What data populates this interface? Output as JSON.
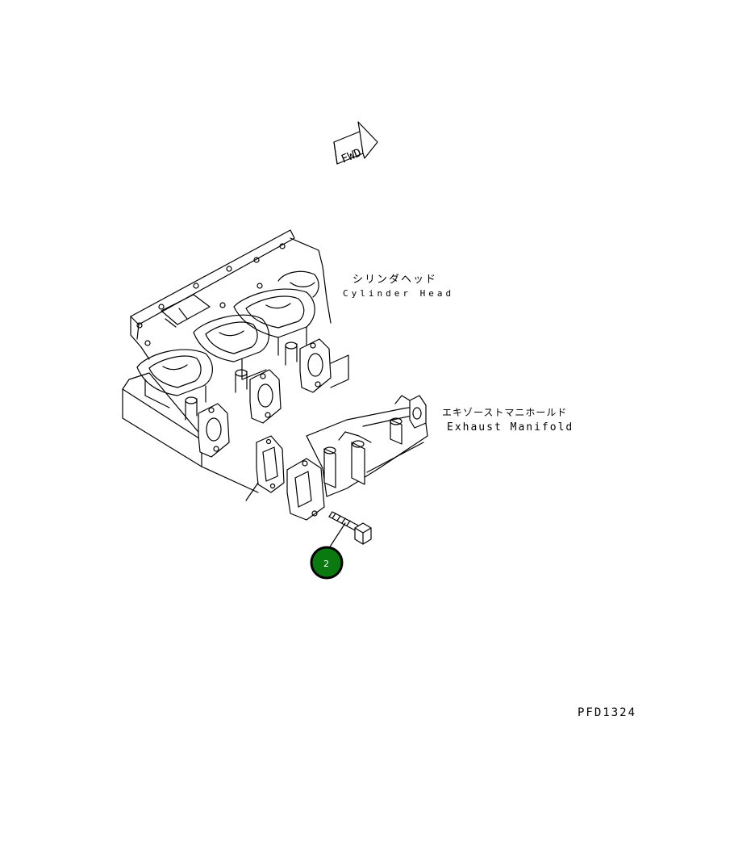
{
  "fwd_label": "FWD",
  "labels": {
    "cylinder_head_jp": "シリンダヘッド",
    "cylinder_head_en": "Cylinder Head",
    "exhaust_manifold_jp": "エキゾーストマニホールド",
    "exhaust_manifold_en": "Exhaust Manifold"
  },
  "callouts": [
    {
      "number": "2"
    }
  ],
  "drawing_code": "PFD1324",
  "colors": {
    "callout_fill": "#0a7a10",
    "callout_ring": "#000000",
    "line": "#000000"
  }
}
